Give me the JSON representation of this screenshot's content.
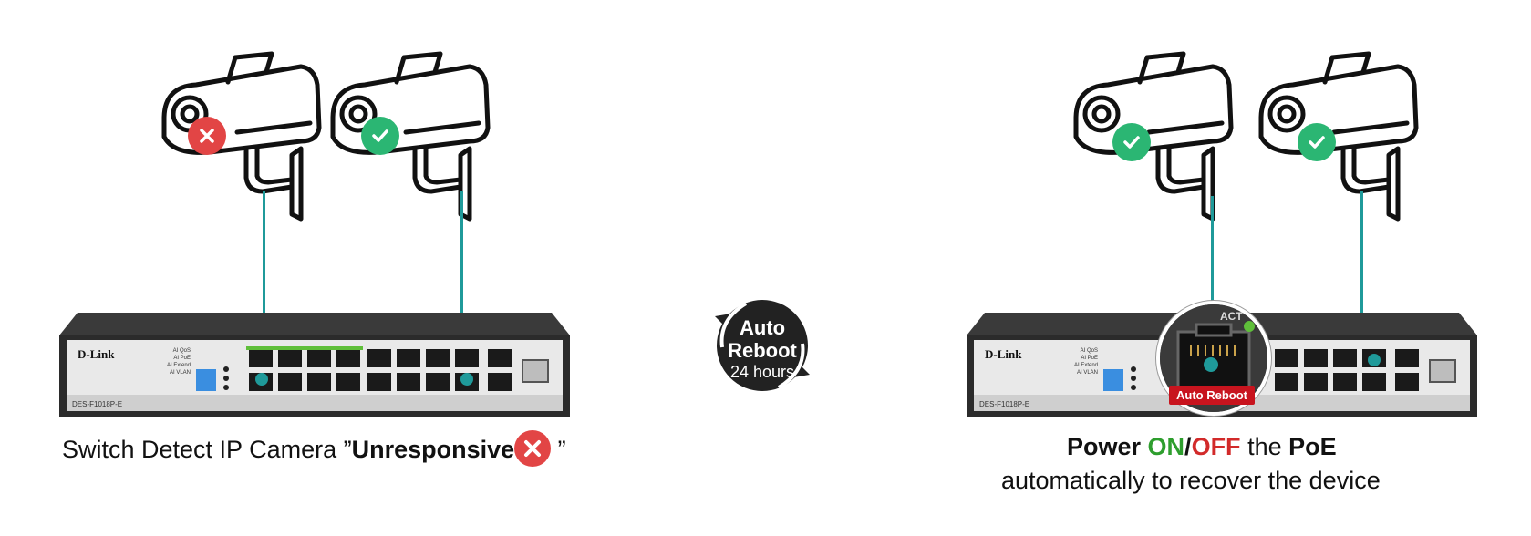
{
  "left": {
    "switch": {
      "brand": "D-Link",
      "model": "DES-F1018P-E",
      "labels": [
        "AI QoS",
        "AI PoE",
        "AI Extend",
        "AI VLAN"
      ]
    },
    "caption": {
      "prefix": "Switch Detect IP Camera ”",
      "bold": "Unresponsive",
      "suffix": " ”"
    },
    "cameras": [
      {
        "status": "error"
      },
      {
        "status": "ok"
      }
    ]
  },
  "center": {
    "badge": {
      "line1": "Auto",
      "line2": "Reboot",
      "line3": "24 hours"
    }
  },
  "right": {
    "switch": {
      "brand": "D-Link",
      "model": "DES-F1018P-E",
      "labels": [
        "AI QoS",
        "AI PoE",
        "AI Extend",
        "AI VLAN"
      ]
    },
    "zoom_tag": "Auto Reboot",
    "zoom_label": "ACT",
    "caption": {
      "power": "Power",
      "on": "ON",
      "slash": "/",
      "off": "OFF",
      "the": "the",
      "poe": "PoE",
      "line2": "automatically to recover the device"
    },
    "cameras": [
      {
        "status": "ok"
      },
      {
        "status": "ok"
      }
    ]
  },
  "colors": {
    "cable": "#1f9a9a",
    "ok": "#2bb673",
    "error": "#e24545",
    "tag": "#c8141e"
  }
}
